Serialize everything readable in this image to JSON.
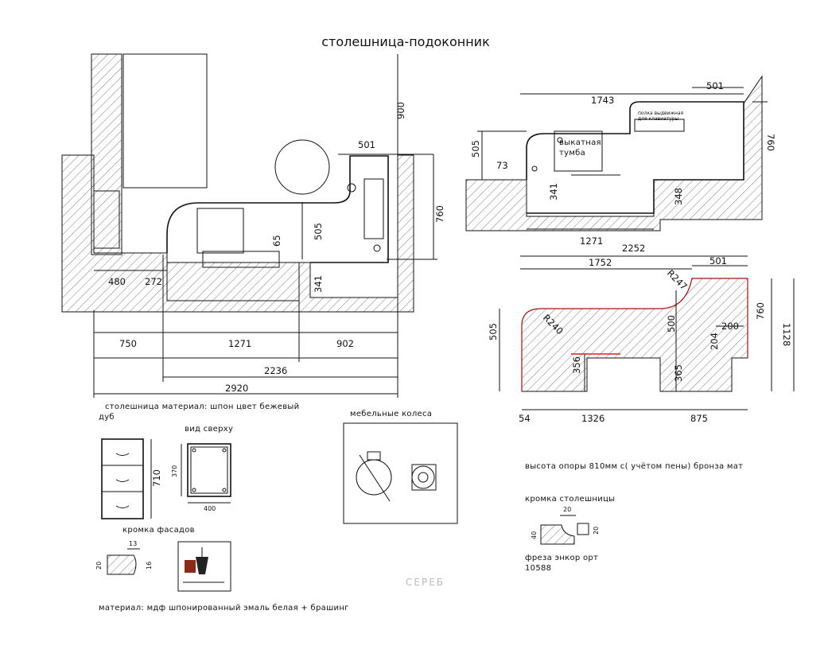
{
  "title": "столешница-подоконник",
  "watermark": "СЕРЕБ",
  "plan_left": {
    "dims": [
      "900",
      "501",
      "760",
      "505",
      "65",
      "341",
      "480",
      "272",
      "750",
      "1271",
      "902",
      "2236",
      "2920"
    ]
  },
  "plan_right_top": {
    "dims": [
      "1743",
      "501",
      "505",
      "73",
      "341",
      "348",
      "760",
      "1271"
    ],
    "drawer_label": [
      "выкатная",
      "тумба"
    ],
    "shelf_label": [
      "полка выдвижная",
      "для клавиатуры"
    ]
  },
  "plan_right_bottom": {
    "dims": [
      "2252",
      "1752",
      "501",
      "R247",
      "R240",
      "505",
      "500",
      "760",
      "1128",
      "200",
      "204",
      "356",
      "365",
      "54",
      "1326",
      "875"
    ]
  },
  "notes": {
    "material_top": [
      "столешница материал: шпон цвет бежевый",
      "дуб"
    ],
    "top_view": "вид сверху",
    "top_view_dims": [
      "370",
      "400"
    ],
    "cabinet_dim": "710",
    "wheels": "мебельные колеса",
    "facade_edge": "кромка фасадов",
    "facade_dims": [
      "13",
      "20",
      "16"
    ],
    "support_height": "высота опоры 810мм с( учётом пены) бронза мат",
    "counter_edge": "кромка столешницы",
    "counter_edge_dims": [
      "20",
      "40",
      "20"
    ],
    "mill": [
      "фреза энкор орт",
      "10588"
    ],
    "material_bottom": "материал: мдф шпонированный эмаль белая + брашинг"
  }
}
